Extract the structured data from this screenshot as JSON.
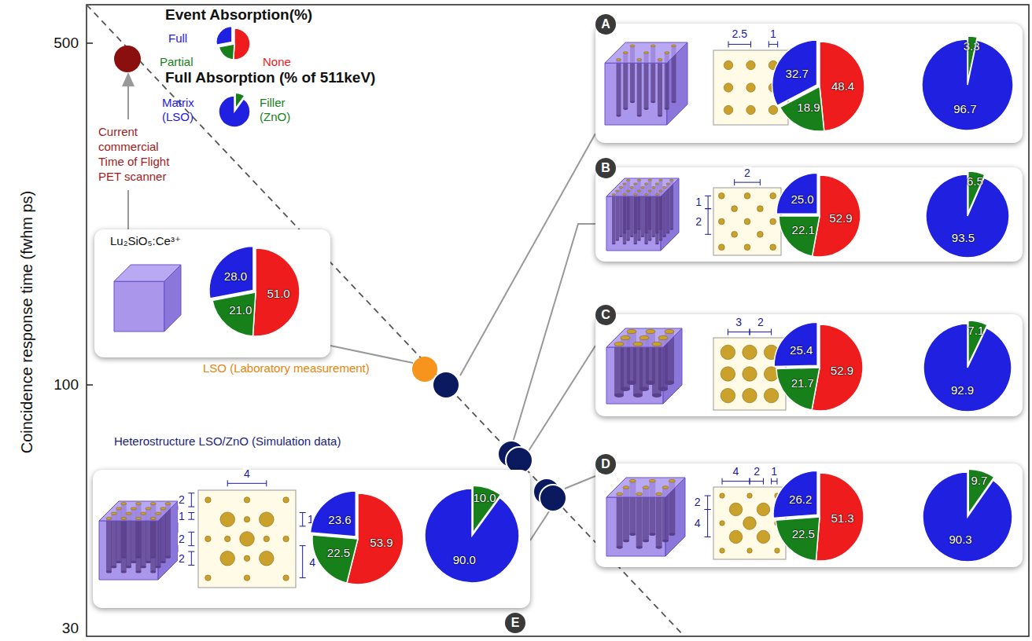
{
  "diagram": {
    "nodes": [
      {
        "text": [
          "Lu₂SiO₅:Ce³⁺"
        ]
      },
      {
        "text": [
          "28.0",
          "21.0",
          "51.0"
        ],
        "in": 0
      },
      {
        "text": [
          "A",
          "2.5",
          "1"
        ]
      },
      {
        "text": [
          "32.7",
          "18.9",
          "48.4"
        ],
        "in": 2
      },
      {
        "text": [
          "3.3",
          "96.7"
        ],
        "in": 2
      },
      {
        "text": [
          "B",
          "2",
          "1",
          "2"
        ]
      },
      {
        "text": [
          "25.0",
          "22.1",
          "52.9"
        ],
        "in": 5
      },
      {
        "text": [
          "6.5",
          "93.5"
        ],
        "in": 5
      },
      {
        "text": [
          "C",
          "3",
          "2"
        ]
      },
      {
        "text": [
          "25.4",
          "21.7",
          "52.9"
        ],
        "in": 8
      },
      {
        "text": [
          "7.1",
          "92.9"
        ],
        "in": 8
      },
      {
        "text": [
          "D",
          "4",
          "2",
          "1",
          "2",
          "4"
        ]
      },
      {
        "text": [
          "26.2",
          "22.5",
          "51.3"
        ],
        "in": 11
      },
      {
        "text": [
          "9.7",
          "90.3"
        ],
        "in": 11
      },
      {
        "text": [
          "E",
          "4",
          "2",
          "1",
          "1.5",
          "2",
          "2",
          "4"
        ]
      },
      {
        "text": [
          "23.6",
          "22.5",
          "53.9"
        ],
        "in": 14
      },
      {
        "text": [
          "10.0",
          "90.0"
        ],
        "in": 14
      }
    ],
    "labels": [
      "500",
      "100",
      "30",
      "Coincidence response time (fwhm ps)",
      "Event Absorption(%)",
      "Full Absorption (% of 511keV)",
      "Current commercial Time of Flight PET scanner",
      "LSO (Laboratory measurement)",
      "Heterostructure LSO/ZnO (Simulation data)"
    ],
    "legend": [
      {
        "text": "Full",
        "color": "#1f20e0"
      },
      {
        "text": "Partial",
        "color": "#17801a"
      },
      {
        "text": "None",
        "color": "#ee1c1c"
      },
      {
        "text": "Matrix (LSO)",
        "color": "#1f20e0"
      },
      {
        "text": "Filler (ZnO)",
        "color": "#17801a"
      }
    ]
  }
}
